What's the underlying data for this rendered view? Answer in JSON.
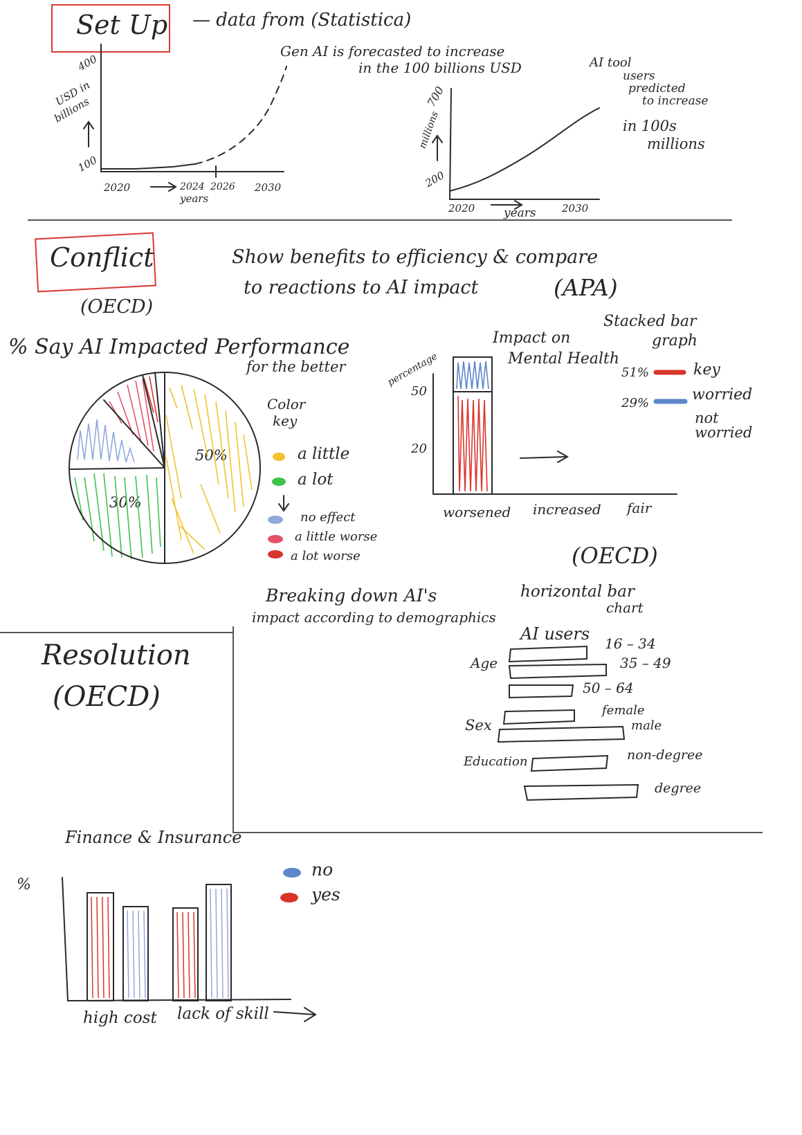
{
  "setup": {
    "title": "Set Up",
    "source_note": "— data from (Statistica)",
    "genai_note_1": "Gen AI   is forecasted  to  increase",
    "genai_note_2": "in the 100 billions USD",
    "users_note_1": "AI tool",
    "users_note_2": "users",
    "users_note_3": "predicted",
    "users_note_4": "to increase",
    "users_note_5": "in 100s",
    "users_note_6": "millions",
    "genai_chart": {
      "ylabel_1": "USD in",
      "ylabel_2": "billions",
      "ytick_top": "400",
      "ytick_bottom": "100",
      "xticks": [
        "2020",
        "2024",
        "2026",
        "2030"
      ],
      "xlabel": "years"
    },
    "users_chart": {
      "ylabel": "millions",
      "ytick_top": "700",
      "ytick_bottom": "200",
      "xticks": [
        "2020",
        "2030"
      ],
      "xlabel": "years"
    }
  },
  "conflict": {
    "title": "Conflict",
    "source": "(OECD)",
    "note_1": "Show   benefits  to  efficiency  & compare",
    "note_2": "to   reactions  to  AI  impact",
    "note_source": "(APA)",
    "pie": {
      "title_1": "% Say AI Impacted Performance",
      "title_2": "for the better",
      "label_big": "50%",
      "label_green": "30%",
      "key_title_1": "Color",
      "key_title_2": "key",
      "legend": [
        {
          "label": "a little",
          "color": "#f2c12e"
        },
        {
          "label": "a lot",
          "color": "#3cc34a"
        },
        {
          "label": "no effect",
          "color": "#8fa9dc"
        },
        {
          "label": "a little worse",
          "color": "#e5506a"
        },
        {
          "label": "a lot worse",
          "color": "#d9342b"
        }
      ]
    },
    "stacked": {
      "title_1": "Impact on",
      "title_2": "Mental Health",
      "type_1": "Stacked bar",
      "type_2": "graph",
      "ylabel": "percentage",
      "ytick_high": "50",
      "ytick_low": "20",
      "categories": [
        "worsened",
        "increased",
        "fair"
      ],
      "key_label": "key",
      "legend": [
        {
          "pct": "51%",
          "label": "worried",
          "color": "#d9342b"
        },
        {
          "pct": "29%",
          "label": "not worried",
          "color": "#5b86c9"
        }
      ]
    }
  },
  "demographics": {
    "source": "(OECD)",
    "note_1": "Breaking down AI's",
    "note_2": "impact according to demographics",
    "type_1": "horizontal  bar",
    "type_2": "chart",
    "users_label": "AI users",
    "groups": [
      {
        "name": "Age",
        "bars": [
          "16 – 34",
          "35 – 49",
          "50 – 64"
        ]
      },
      {
        "name": "Sex",
        "bars": [
          "female",
          "male"
        ]
      },
      {
        "name": "Education",
        "bars": [
          "non-degree",
          "degree"
        ]
      }
    ]
  },
  "resolution": {
    "title_1": "Resolution",
    "title_2": "(OECD)",
    "bar": {
      "title": "Finance & Insurance",
      "ylabel": "%",
      "categories": [
        "high cost",
        "lack of skill"
      ],
      "legend": [
        {
          "label": "no",
          "color": "#5b86c9"
        },
        {
          "label": "yes",
          "color": "#d9342b"
        }
      ]
    }
  }
}
